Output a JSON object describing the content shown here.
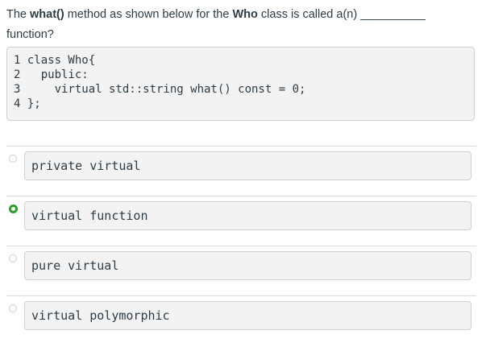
{
  "question": {
    "p1": "The ",
    "b1": "what()",
    "p2": " method as shown below for the ",
    "b2": "Who",
    "p3": " class is called a(n) __________",
    "p4": "function?"
  },
  "code": [
    "1 class Who{",
    "2   public:",
    "3     virtual std::string what() const = 0;",
    "4 };"
  ],
  "options": [
    {
      "label": "private virtual",
      "selected": false
    },
    {
      "label": "virtual function",
      "selected": true
    },
    {
      "label": "pure virtual",
      "selected": false
    },
    {
      "label": "virtual polymorphic",
      "selected": false
    }
  ],
  "colors": {
    "selected": "#2a9d2a"
  }
}
